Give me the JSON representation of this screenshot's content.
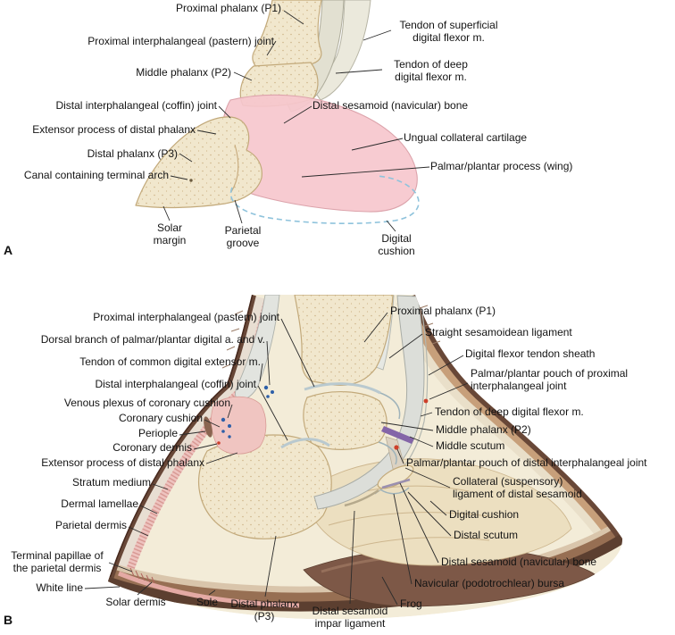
{
  "figure": {
    "panel_a": {
      "letter": "A",
      "labels": {
        "proximal_phalanx": "Proximal phalanx (P1)",
        "pastern_joint": "Proximal interphalangeal (pastern) joint",
        "middle_phalanx": "Middle phalanx (P2)",
        "coffin_joint": "Distal interphalangeal (coffin) joint",
        "extensor_process": "Extensor process of distal phalanx",
        "distal_phalanx": "Distal phalanx (P3)",
        "terminal_arch": "Canal containing terminal arch",
        "solar_margin": "Solar margin",
        "parietal_groove": "Parietal groove",
        "sdf_tendon": "Tendon of superficial digital flexor m.",
        "ddf_tendon": "Tendon of deep digital flexor m.",
        "navicular_bone": "Distal sesamoid (navicular) bone",
        "ungual_cartilage": "Ungual collateral cartilage",
        "palmar_process": "Palmar/plantar process (wing)",
        "digital_cushion": "Digital cushion"
      }
    },
    "panel_b": {
      "letter": "B",
      "labels": {
        "pastern_joint": "Proximal interphalangeal (pastern) joint",
        "dorsal_branch": "Dorsal branch of palmar/plantar digital a. and v.",
        "common_extensor": "Tendon of common digital extensor m.",
        "coffin_joint": "Distal interphalangeal (coffin) joint",
        "venous_plexus": "Venous plexus of coronary cushion",
        "coronary_cushion": "Coronary cushion",
        "periople": "Periople",
        "coronary_dermis": "Coronary dermis",
        "extensor_process": "Extensor process of distal phalanx",
        "stratum_medium": "Stratum medium",
        "dermal_lamellae": "Dermal lamellae",
        "parietal_dermis": "Parietal dermis",
        "terminal_papillae": "Terminal papillae of the parietal dermis",
        "white_line": "White line",
        "solar_dermis": "Solar dermis",
        "sole": "Sole",
        "distal_phalanx": "Distal phalanx (P3)",
        "impar_ligament": "Distal sesamoid impar ligament",
        "proximal_phalanx": "Proximal phalanx (P1)",
        "straight_sesamoidean": "Straight sesamoidean ligament",
        "flexor_sheath": "Digital flexor tendon sheath",
        "proximal_pouch": "Palmar/plantar pouch of proximal interphalangeal joint",
        "ddf_tendon": "Tendon of deep digital flexor m.",
        "middle_phalanx": "Middle phalanx (P2)",
        "middle_scutum": "Middle scutum",
        "distal_pouch": "Palmar/plantar pouch of distal interphalangeal joint",
        "collateral_ligament": "Collateral (suspensory) ligament of distal sesamoid",
        "digital_cushion": "Digital cushion",
        "distal_scutum": "Distal scutum",
        "navicular_bone": "Distal sesamoid (navicular) bone",
        "navicular_bursa": "Navicular (podotrochlear) bursa",
        "frog": "Frog"
      }
    }
  }
}
